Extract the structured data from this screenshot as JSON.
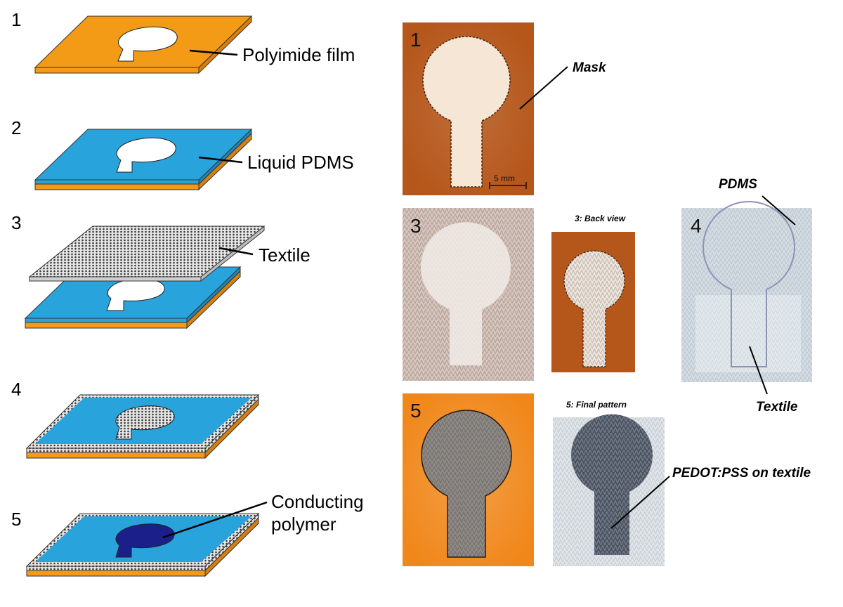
{
  "steps": {
    "s1": {
      "num": "1",
      "label": "Polyimide film"
    },
    "s2": {
      "num": "2",
      "label": "Liquid PDMS"
    },
    "s3": {
      "num": "3",
      "label": "Textile"
    },
    "s4": {
      "num": "4"
    },
    "s5": {
      "num": "5",
      "label_line1": "Conducting",
      "label_line2": "polymer"
    }
  },
  "photos": {
    "p1": {
      "num": "1",
      "label": "Mask",
      "scale": "5 mm"
    },
    "p3": {
      "num": "3"
    },
    "p3b": {
      "caption": "3: Back view"
    },
    "p4": {
      "num": "4",
      "label_top": "PDMS",
      "label_bottom": "Textile"
    },
    "p5": {
      "num": "5"
    },
    "p5b": {
      "caption": "5: Final pattern",
      "label": "PEDOT:PSS on textile"
    }
  },
  "colors": {
    "polyimide": "#f39a17",
    "pdms": "#29a3dc",
    "conducting_polymer": "#1a1f8a",
    "photo_polyimide": "#b5561a"
  }
}
